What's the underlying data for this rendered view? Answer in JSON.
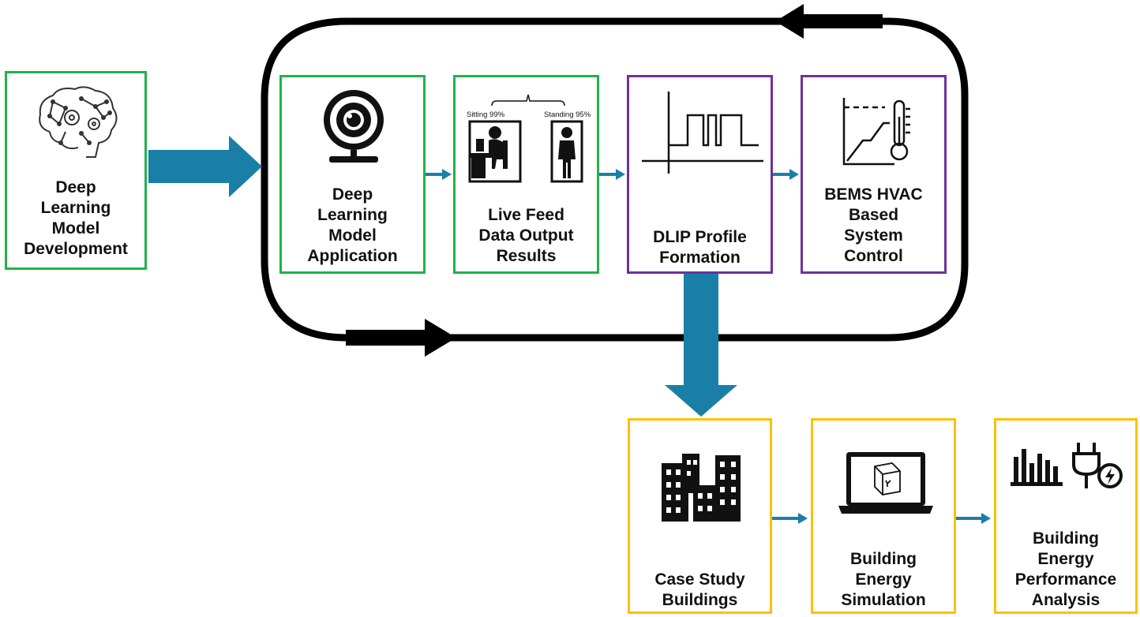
{
  "colors": {
    "flow_arrow": "#1a7fa6",
    "loop_arrow": "#000000",
    "green_border": "#22b14c",
    "purple_border": "#7030a0",
    "yellow_border": "#ffc000"
  },
  "boxes": {
    "development": {
      "label": "Deep\nLearning\nModel\nDevelopment",
      "icon": "brain-network-icon"
    },
    "application": {
      "label": "Deep\nLearning\nModel\nApplication",
      "icon": "webcam-icon"
    },
    "live_feed": {
      "label": "Live Feed\nData Output\nResults",
      "icon": "occupant-detection-icon",
      "sitting_text": "Sitting 99%",
      "standing_text": "Standing 95%"
    },
    "dlip": {
      "label": "DLIP Profile\nFormation",
      "icon": "pulse-profile-icon"
    },
    "bems": {
      "label": "BEMS HVAC\nBased\nSystem\nControl",
      "icon": "thermometer-setpoint-icon"
    },
    "case_study": {
      "label": "Case Study\nBuildings",
      "icon": "buildings-icon"
    },
    "simulation": {
      "label": "Building\nEnergy\nSimulation",
      "icon": "laptop-3d-model-icon"
    },
    "performance": {
      "label": "Building\nEnergy\nPerformance\nAnalysis",
      "icon": "bar-chart-plug-icon"
    }
  }
}
